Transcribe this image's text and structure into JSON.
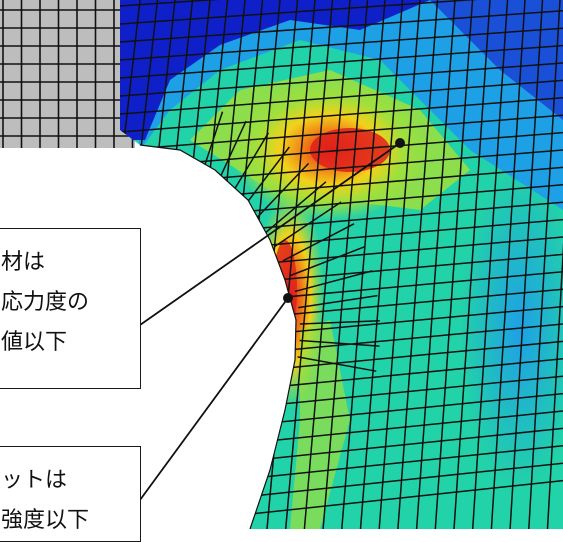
{
  "callouts": [
    {
      "lines": [
        "材は",
        "応力度の",
        "値以下"
      ]
    },
    {
      "lines": [
        "ットは",
        "強度以下"
      ]
    }
  ],
  "colors": {
    "low": "#1020c8",
    "mid_low": "#1ea0e6",
    "mid": "#22d2a8",
    "mid_high": "#9fe03c",
    "high_yellow": "#f2d21a",
    "high_orange": "#f07818",
    "peak_red": "#e0201c",
    "undeformed_mesh": "#bdbdbd",
    "mesh_lines": "#111111"
  }
}
